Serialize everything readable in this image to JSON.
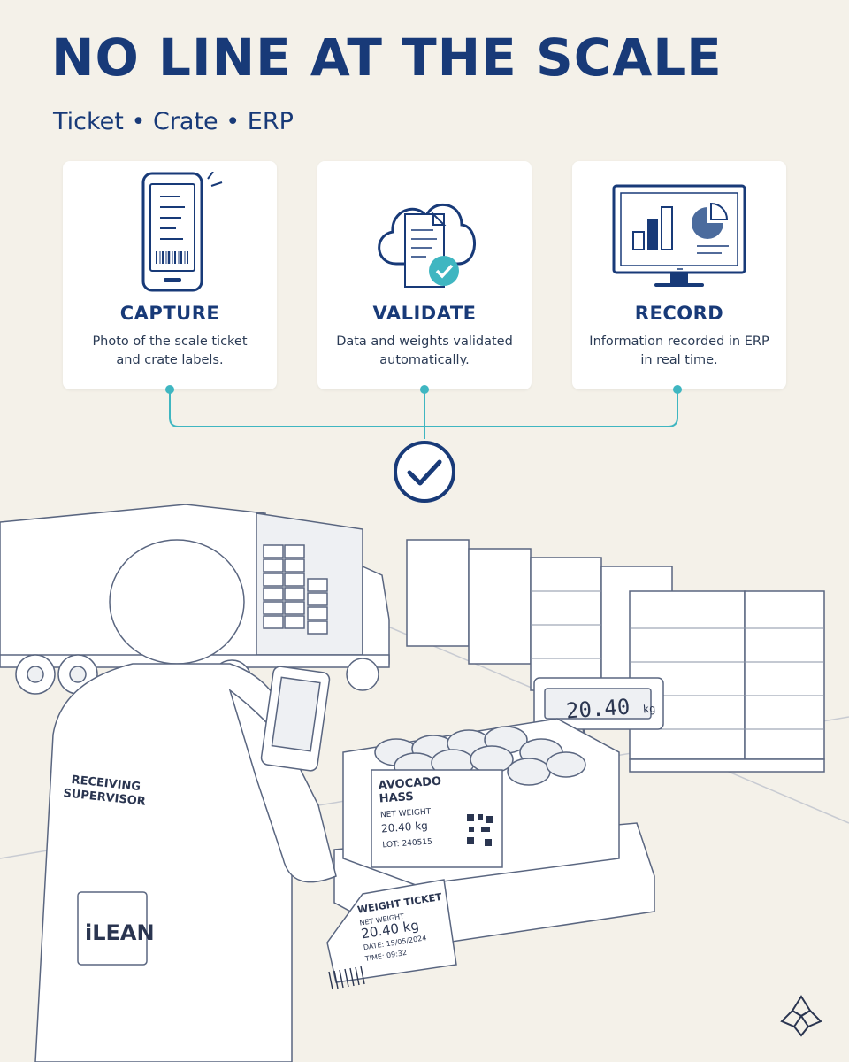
{
  "header": {
    "title": "NO LINE AT THE SCALE",
    "subtitle": "Ticket • Crate • ERP"
  },
  "steps": [
    {
      "icon": "smartphone-barcode-icon",
      "title": "CAPTURE",
      "line1": "Photo of the scale ticket",
      "line2": "and crate labels."
    },
    {
      "icon": "cloud-document-check-icon",
      "title": "VALIDATE",
      "line1": "Data and weights validated",
      "line2": "automatically."
    },
    {
      "icon": "monitor-chart-icon",
      "title": "RECORD",
      "line1": "Information recorded in ERP",
      "line2": "in real time."
    }
  ],
  "scene": {
    "scale_display": "20.40",
    "scale_unit": "kg",
    "crate_label": {
      "product_line1": "AVOCADO",
      "product_line2": "HASS",
      "net_weight_label": "NET WEIGHT",
      "net_weight": "20.40 kg",
      "lot": "LOT: 240515"
    },
    "ticket": {
      "title": "WEIGHT TICKET",
      "net_weight_label": "NET WEIGHT",
      "net_weight": "20.40 kg",
      "date": "DATE: 15/05/2024",
      "time": "TIME: 09:32"
    },
    "vest_line1": "RECEIVING",
    "vest_line2": "SUPERVISOR",
    "badge": "iLEAN"
  },
  "colors": {
    "navy": "#183a78",
    "teal": "#3fb6c1",
    "background": "#f4f1e9"
  }
}
